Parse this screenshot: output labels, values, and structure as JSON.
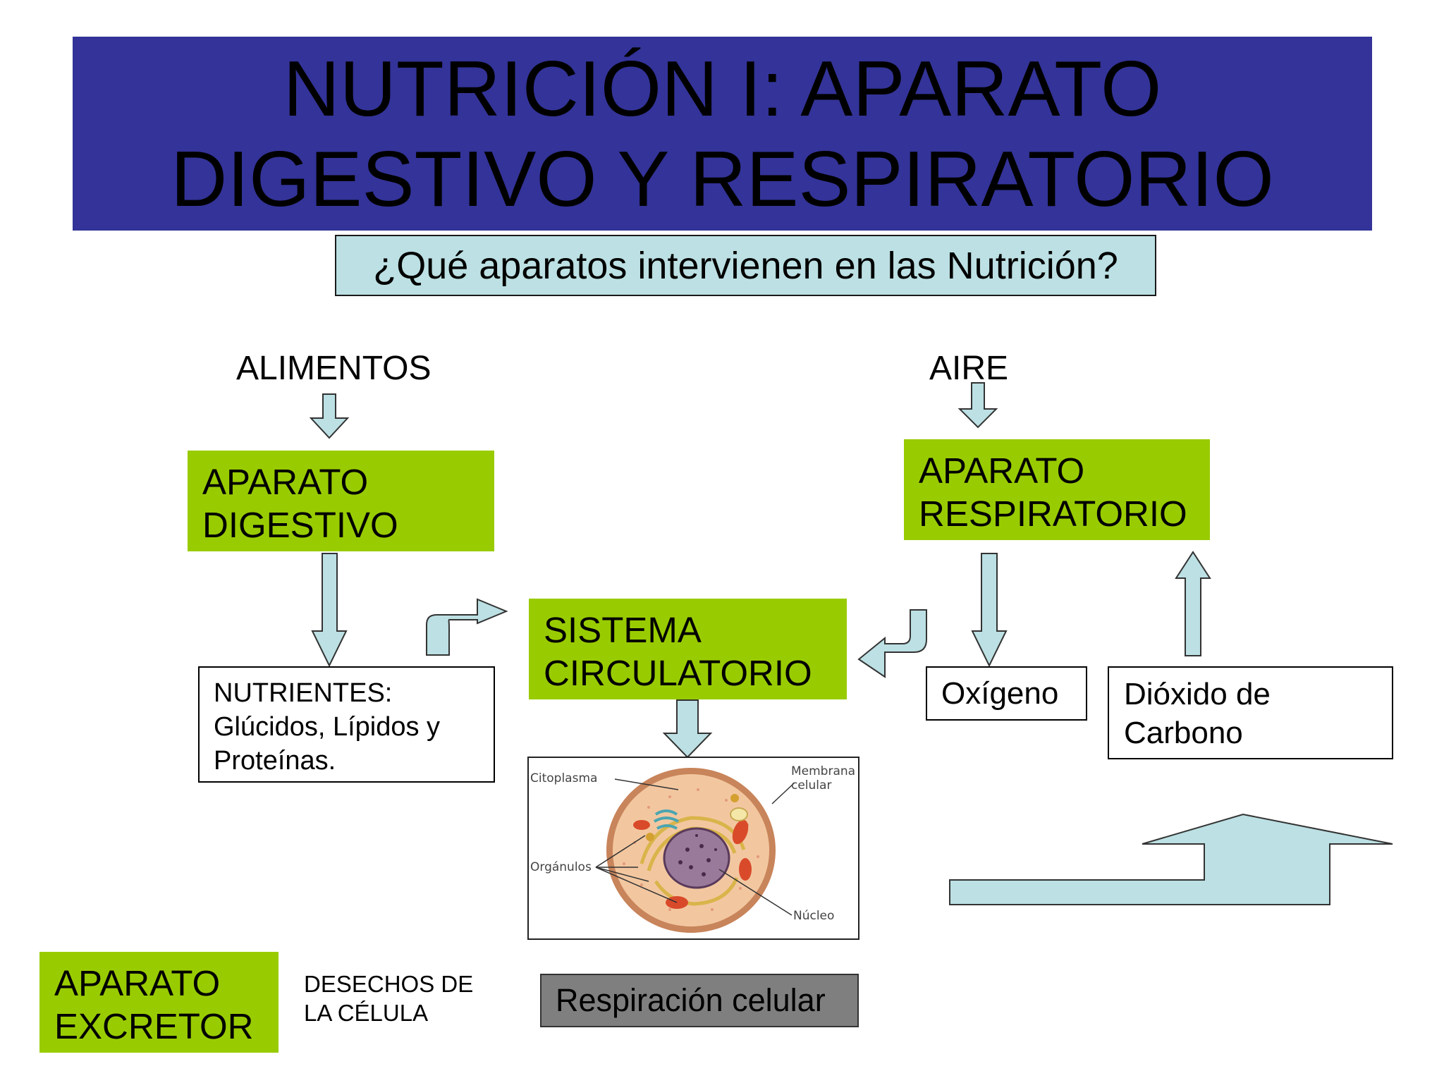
{
  "title": {
    "line1": "NUTRICIÓN I: APARATO",
    "line2": "DIGESTIVO Y RESPIRATORIO"
  },
  "question": "¿Qué aparatos intervienen en las Nutrición?",
  "inputs": {
    "food": "ALIMENTOS",
    "air": "AIRE"
  },
  "digestive": {
    "line1": "APARATO",
    "line2": "DIGESTIVO"
  },
  "respiratory": {
    "line1": "APARATO",
    "line2": "RESPIRATORIO"
  },
  "circulatory": {
    "line1": "SISTEMA",
    "line2": "CIRCULATORIO"
  },
  "nutrients": {
    "line1": "NUTRIENTES:",
    "line2": "Glúcidos, Lípidos y",
    "line3": "Proteínas."
  },
  "oxygen": "Oxígeno",
  "co2": {
    "line1": "Dióxido de",
    "line2": "Carbono"
  },
  "cell_labels": {
    "cytoplasm": "Citoplasma",
    "membrane_1": "Membrana",
    "membrane_2": "celular",
    "organelles": "Orgánulos",
    "nucleus": "Núcleo"
  },
  "excretory": {
    "line1": "APARATO",
    "line2": "EXCRETOR"
  },
  "waste": {
    "line1": "DESECHOS DE",
    "line2": "LA CÉLULA"
  },
  "cellular_respiration": "Respiración celular",
  "colors": {
    "banner": "#333399",
    "question_fill": "#bce0e3",
    "green_box": "#99cc00",
    "arrow_fill": "#bce0e3",
    "gray_box": "#7f7f7f"
  }
}
